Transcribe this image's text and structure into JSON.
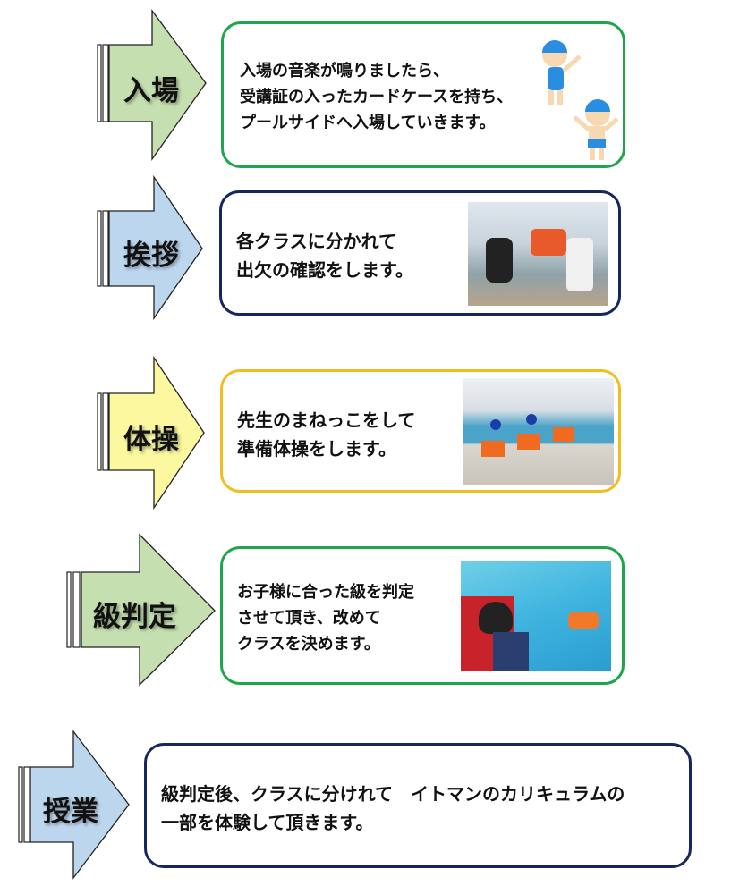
{
  "steps": [
    {
      "label": "入場",
      "lines": [
        "入場の音楽が鳴りましたら、",
        "受講証の入ったカードケースを持ち、",
        "プールサイドへ入場していきます。"
      ],
      "arrow_color": "#c5dfb0",
      "border_color": "#1fa64c",
      "illustration": "swimming-kids-illustration"
    },
    {
      "label": "挨拶",
      "lines": [
        "各クラスに分かれて",
        "出欠の確認をします。"
      ],
      "arrow_color": "#bcd6ee",
      "border_color": "#15275c",
      "illustration": "attendance-check-photo"
    },
    {
      "label": "体操",
      "lines": [
        "先生のまねっこをして",
        "準備体操をします。"
      ],
      "arrow_color": "#fbf8a0",
      "border_color": "#f2bd1e",
      "illustration": "warmup-exercise-photo"
    },
    {
      "label": "級判定",
      "lines": [
        "お子様に合った級を判定",
        "させて頂き、改めて",
        "クラスを決めます。"
      ],
      "arrow_color": "#c5dfb0",
      "border_color": "#1fa64c",
      "illustration": "level-test-photo"
    },
    {
      "label": "授業",
      "lines": [
        "級判定後、クラスに分けれて　イトマンのカリキュラムの",
        "一部を体験して頂きます。"
      ],
      "arrow_color": "#bcd6ee",
      "border_color": "#15275c"
    }
  ]
}
